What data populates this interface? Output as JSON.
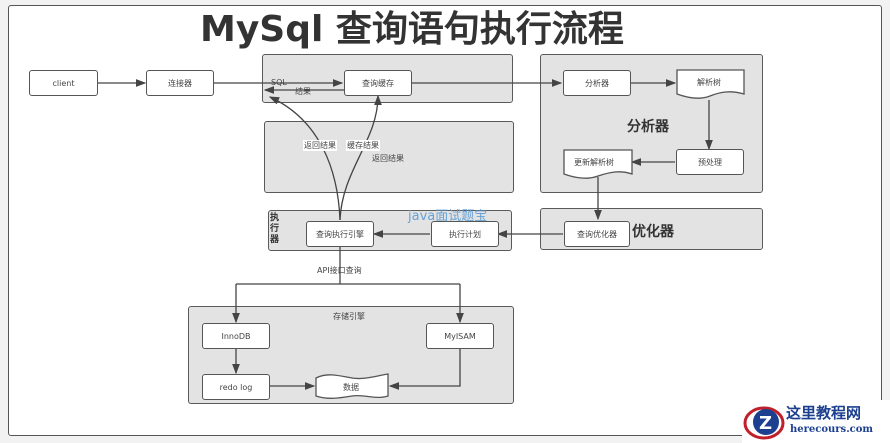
{
  "title": "MySql 查询语句执行流程",
  "nodes": {
    "client": "client",
    "connector": "连接器",
    "query_cache": "查询缓存",
    "analyzer_box": "分析器",
    "parse_tree": "解析树",
    "preprocess": "预处理",
    "updated_parse_tree": "更新解析树",
    "query_optimizer": "查询优化器",
    "execution_plan": "执行计划",
    "query_execution_engine": "查询执行引擎",
    "innodb": "InnoDB",
    "myisam": "MyISAM",
    "redo_log": "redo log",
    "data": "数据"
  },
  "groups": {
    "analyzer": "分析器",
    "optimizer": "优化器",
    "executor": "执行器",
    "storage_engine": "存储引擎"
  },
  "edge_labels": {
    "sql": "SQL",
    "result": "结果",
    "return_result_1": "返回结果",
    "cache_result": "缓存结果",
    "return_result_2": "返回结果",
    "api_query": "API接口查询"
  },
  "watermark": "java面试题宝",
  "logo": {
    "cn": "这里教程网",
    "en": "herecours.com"
  },
  "colors": {
    "group_fill": "#e3e3e3",
    "line": "#444444",
    "watermark": "#5a9bd5",
    "logo": "#1c3f8f"
  }
}
